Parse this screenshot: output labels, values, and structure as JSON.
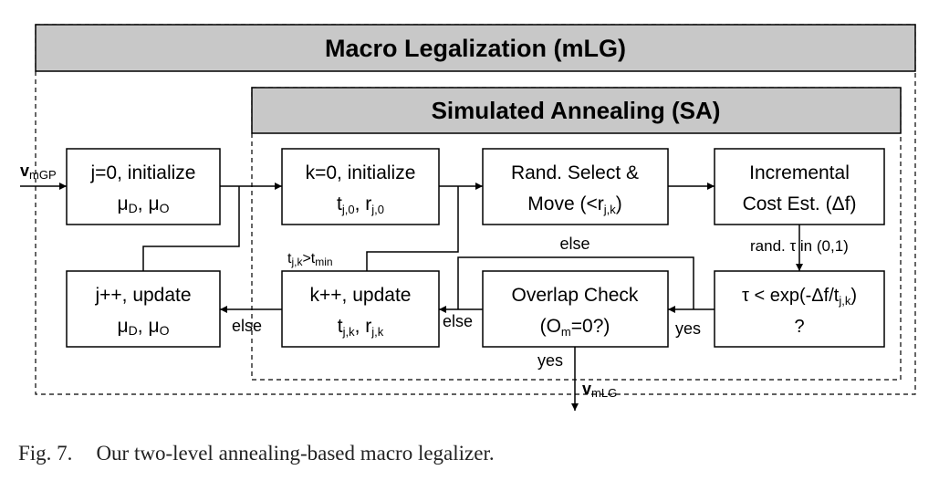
{
  "outer": {
    "title": "Macro Legalization (mLG)"
  },
  "inner": {
    "title": "Simulated Annealing (SA)"
  },
  "boxes": {
    "init_j": {
      "line1": "j=0, initialize",
      "line2": "μD, μO"
    },
    "update_j": {
      "line1": "j++, update",
      "line2": "μD, μO"
    },
    "init_k": {
      "line1": "k=0, initialize",
      "line2": "tj,0, rj,0"
    },
    "update_k": {
      "line1": "k++, update",
      "line2": "tj,k, rj,k"
    },
    "select_move": {
      "line1": "Rand. Select &",
      "line2": "Move (<rj,k)"
    },
    "cost_est": {
      "line1": "Incremental",
      "line2": "Cost Est. (Δf)"
    },
    "overlap": {
      "line1": "Overlap Check",
      "line2": "(Om=0?)"
    },
    "accept": {
      "line1": "τ < exp(-Δf/tj,k)",
      "line2": "?"
    }
  },
  "labels": {
    "input": "vmGP",
    "output": "vmLG",
    "rand": "rand. τ in (0,1)",
    "cond": "tj,k>tmin",
    "else_top": "else",
    "yes_accept": "yes",
    "else_overlap": "else",
    "yes_overlap": "yes",
    "else_left": "else"
  },
  "caption": {
    "number": "Fig. 7.",
    "text": "Our two-level annealing-based macro legalizer."
  }
}
